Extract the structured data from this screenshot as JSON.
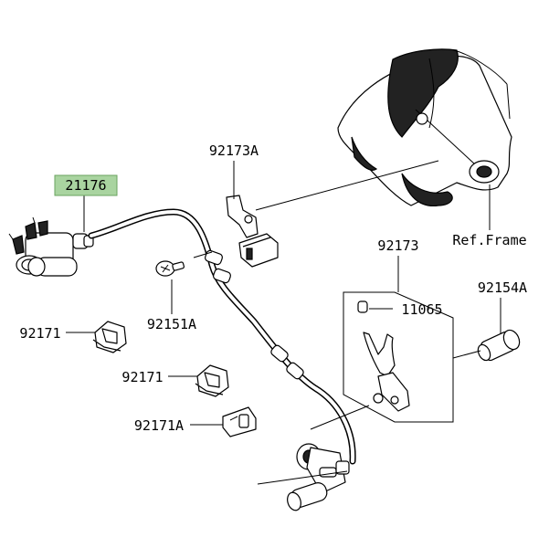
{
  "parts": {
    "p21176": "21176",
    "p92173A": "92173A",
    "p92173": "92173",
    "p11065": "11065",
    "p92154A": "92154A",
    "p92151A": "92151A",
    "p92171_a": "92171",
    "p92171_b": "92171",
    "p92171A": "92171A",
    "ref_frame": "Ref.Frame"
  },
  "colors": {
    "highlight_fill": "#a9d4a0",
    "highlight_border": "#6aa35f",
    "line": "#000000",
    "background": "#ffffff"
  }
}
